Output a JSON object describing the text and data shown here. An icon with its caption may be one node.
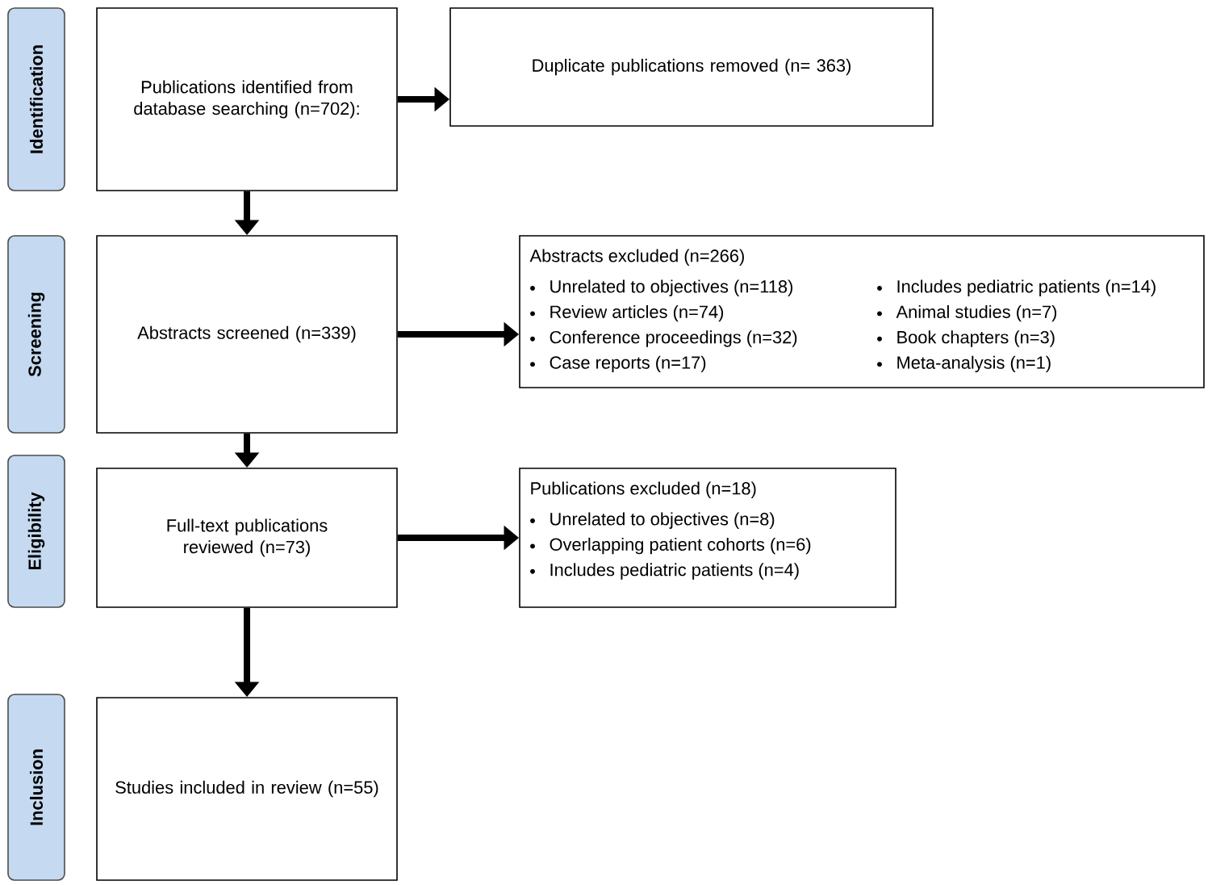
{
  "diagram": {
    "nodes": [
      {
        "text": [
          "Identification"
        ]
      },
      {
        "text": [
          "Publications identified from database searching (n=702):"
        ]
      },
      {
        "text": [
          "Duplicate publications removed (n= 363)"
        ]
      },
      {
        "text": [
          "Screening"
        ]
      },
      {
        "text": [
          "Abstracts screened (n=339)"
        ]
      },
      {
        "text": [
          "Abstracts excluded (n=266)",
          "Unrelated to objectives (n=118)",
          "Review articles (n=74)",
          "Conference proceedings (n=32)",
          "Case reports (n=17)",
          "Includes pediatric patients (n=14)",
          "Animal studies (n=7)",
          "Book chapters (n=3)",
          "Meta-analysis (n=1)"
        ]
      },
      {
        "text": [
          "Eligibility"
        ]
      },
      {
        "text": [
          "Full-text publications reviewed (n=73)"
        ]
      },
      {
        "text": [
          "Publications excluded (n=18)",
          "Unrelated to objectives (n=8)",
          "Overlapping patient cohorts (n=6)",
          "Includes pediatric patients (n=4)"
        ]
      },
      {
        "text": [
          "Inclusion"
        ]
      },
      {
        "text": [
          "Studies included in review (n=55)"
        ]
      }
    ],
    "edges": [
      {
        "from": 1,
        "to": 2,
        "arrow": "to"
      },
      {
        "from": 1,
        "to": 4,
        "arrow": "to"
      },
      {
        "from": 4,
        "to": 5,
        "arrow": "to"
      },
      {
        "from": 4,
        "to": 7,
        "arrow": "to"
      },
      {
        "from": 7,
        "to": 8,
        "arrow": "to"
      },
      {
        "from": 7,
        "to": 10,
        "arrow": "to"
      }
    ]
  }
}
